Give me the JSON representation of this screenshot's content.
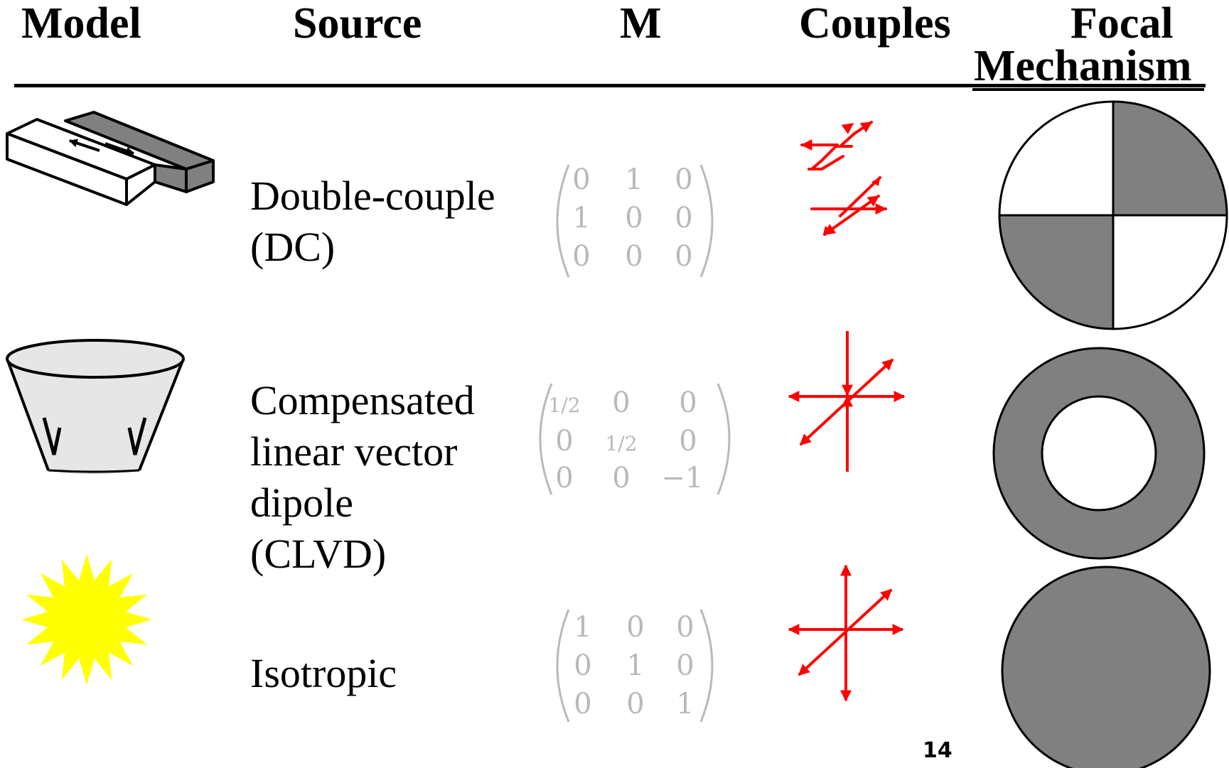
{
  "headers": {
    "model": "Model",
    "source": "Source",
    "m": "M",
    "couples": "Couples",
    "focal_line1": "Focal",
    "focal_line2": "Mechanism"
  },
  "rows": [
    {
      "source_lines": [
        "Double-couple",
        "(DC)"
      ],
      "matrix": [
        [
          "0",
          "1",
          "0"
        ],
        [
          "1",
          "0",
          "0"
        ],
        [
          "0",
          "0",
          "0"
        ]
      ],
      "model_icon": "fault-blocks-icon",
      "couples_icon": "double-couple-arrows-icon",
      "focal_icon": "quadrant-beachball-icon"
    },
    {
      "source_lines": [
        "Compensated",
        "linear vector",
        "dipole",
        "(CLVD)"
      ],
      "matrix": [
        [
          "1/2",
          "0",
          "0"
        ],
        [
          "0",
          "1/2",
          "0"
        ],
        [
          "0",
          "0",
          "−1"
        ]
      ],
      "model_icon": "truncated-cone-icon",
      "couples_icon": "clvd-arrows-icon",
      "focal_icon": "annulus-beachball-icon"
    },
    {
      "source_lines": [
        "Isotropic"
      ],
      "matrix": [
        [
          "1",
          "0",
          "0"
        ],
        [
          "0",
          "1",
          "0"
        ],
        [
          "0",
          "0",
          "1"
        ]
      ],
      "model_icon": "starburst-icon",
      "couples_icon": "isotropic-arrows-icon",
      "focal_icon": "solid-beachball-icon"
    }
  ],
  "page_number": "14",
  "colors": {
    "arrow": "#ff0000",
    "fill_gray": "#808080",
    "cone_fill": "#e6e6e6",
    "star_fill": "#ffff00",
    "matrix_text": "#b9b9b9"
  }
}
